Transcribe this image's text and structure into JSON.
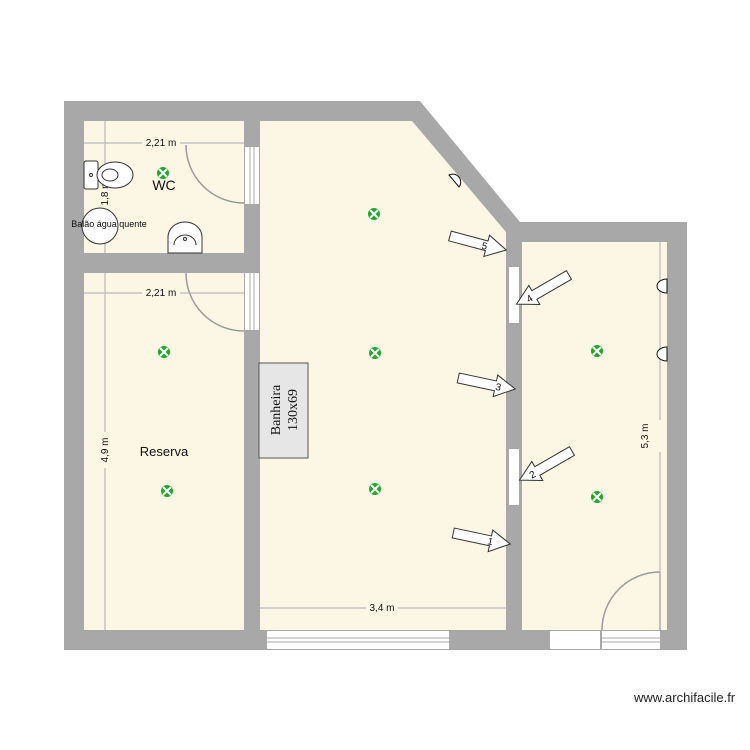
{
  "plan": {
    "colors": {
      "wall": "#a9a8a9",
      "floor": "#fcf7e4",
      "light_fixture": "#1fa82a",
      "dimension_line": "#b8b8b8",
      "tub_fill": "#e6e6e6"
    },
    "rooms": [
      {
        "name": "WC",
        "label": "WC"
      },
      {
        "name": "Reserva",
        "label": "Reserva"
      },
      {
        "name": "main-room",
        "label": ""
      },
      {
        "name": "right-room",
        "label": ""
      }
    ],
    "dimensions": {
      "wc_width": "2,21 m",
      "wc_height": "1,8 m",
      "reserva_width": "2,21 m",
      "reserva_height": "4,9 m",
      "main_width": "3,4 m",
      "right_height": "5,3 m"
    },
    "fixtures": {
      "boiler_label": "Balão água quente",
      "bathtub_line1": "Banheira",
      "bathtub_line2": "130x69"
    },
    "arrows": [
      {
        "label": "1"
      },
      {
        "label": "2"
      },
      {
        "label": "3"
      },
      {
        "label": "4"
      },
      {
        "label": "5"
      }
    ]
  },
  "watermark": "www.archifacile.fr"
}
